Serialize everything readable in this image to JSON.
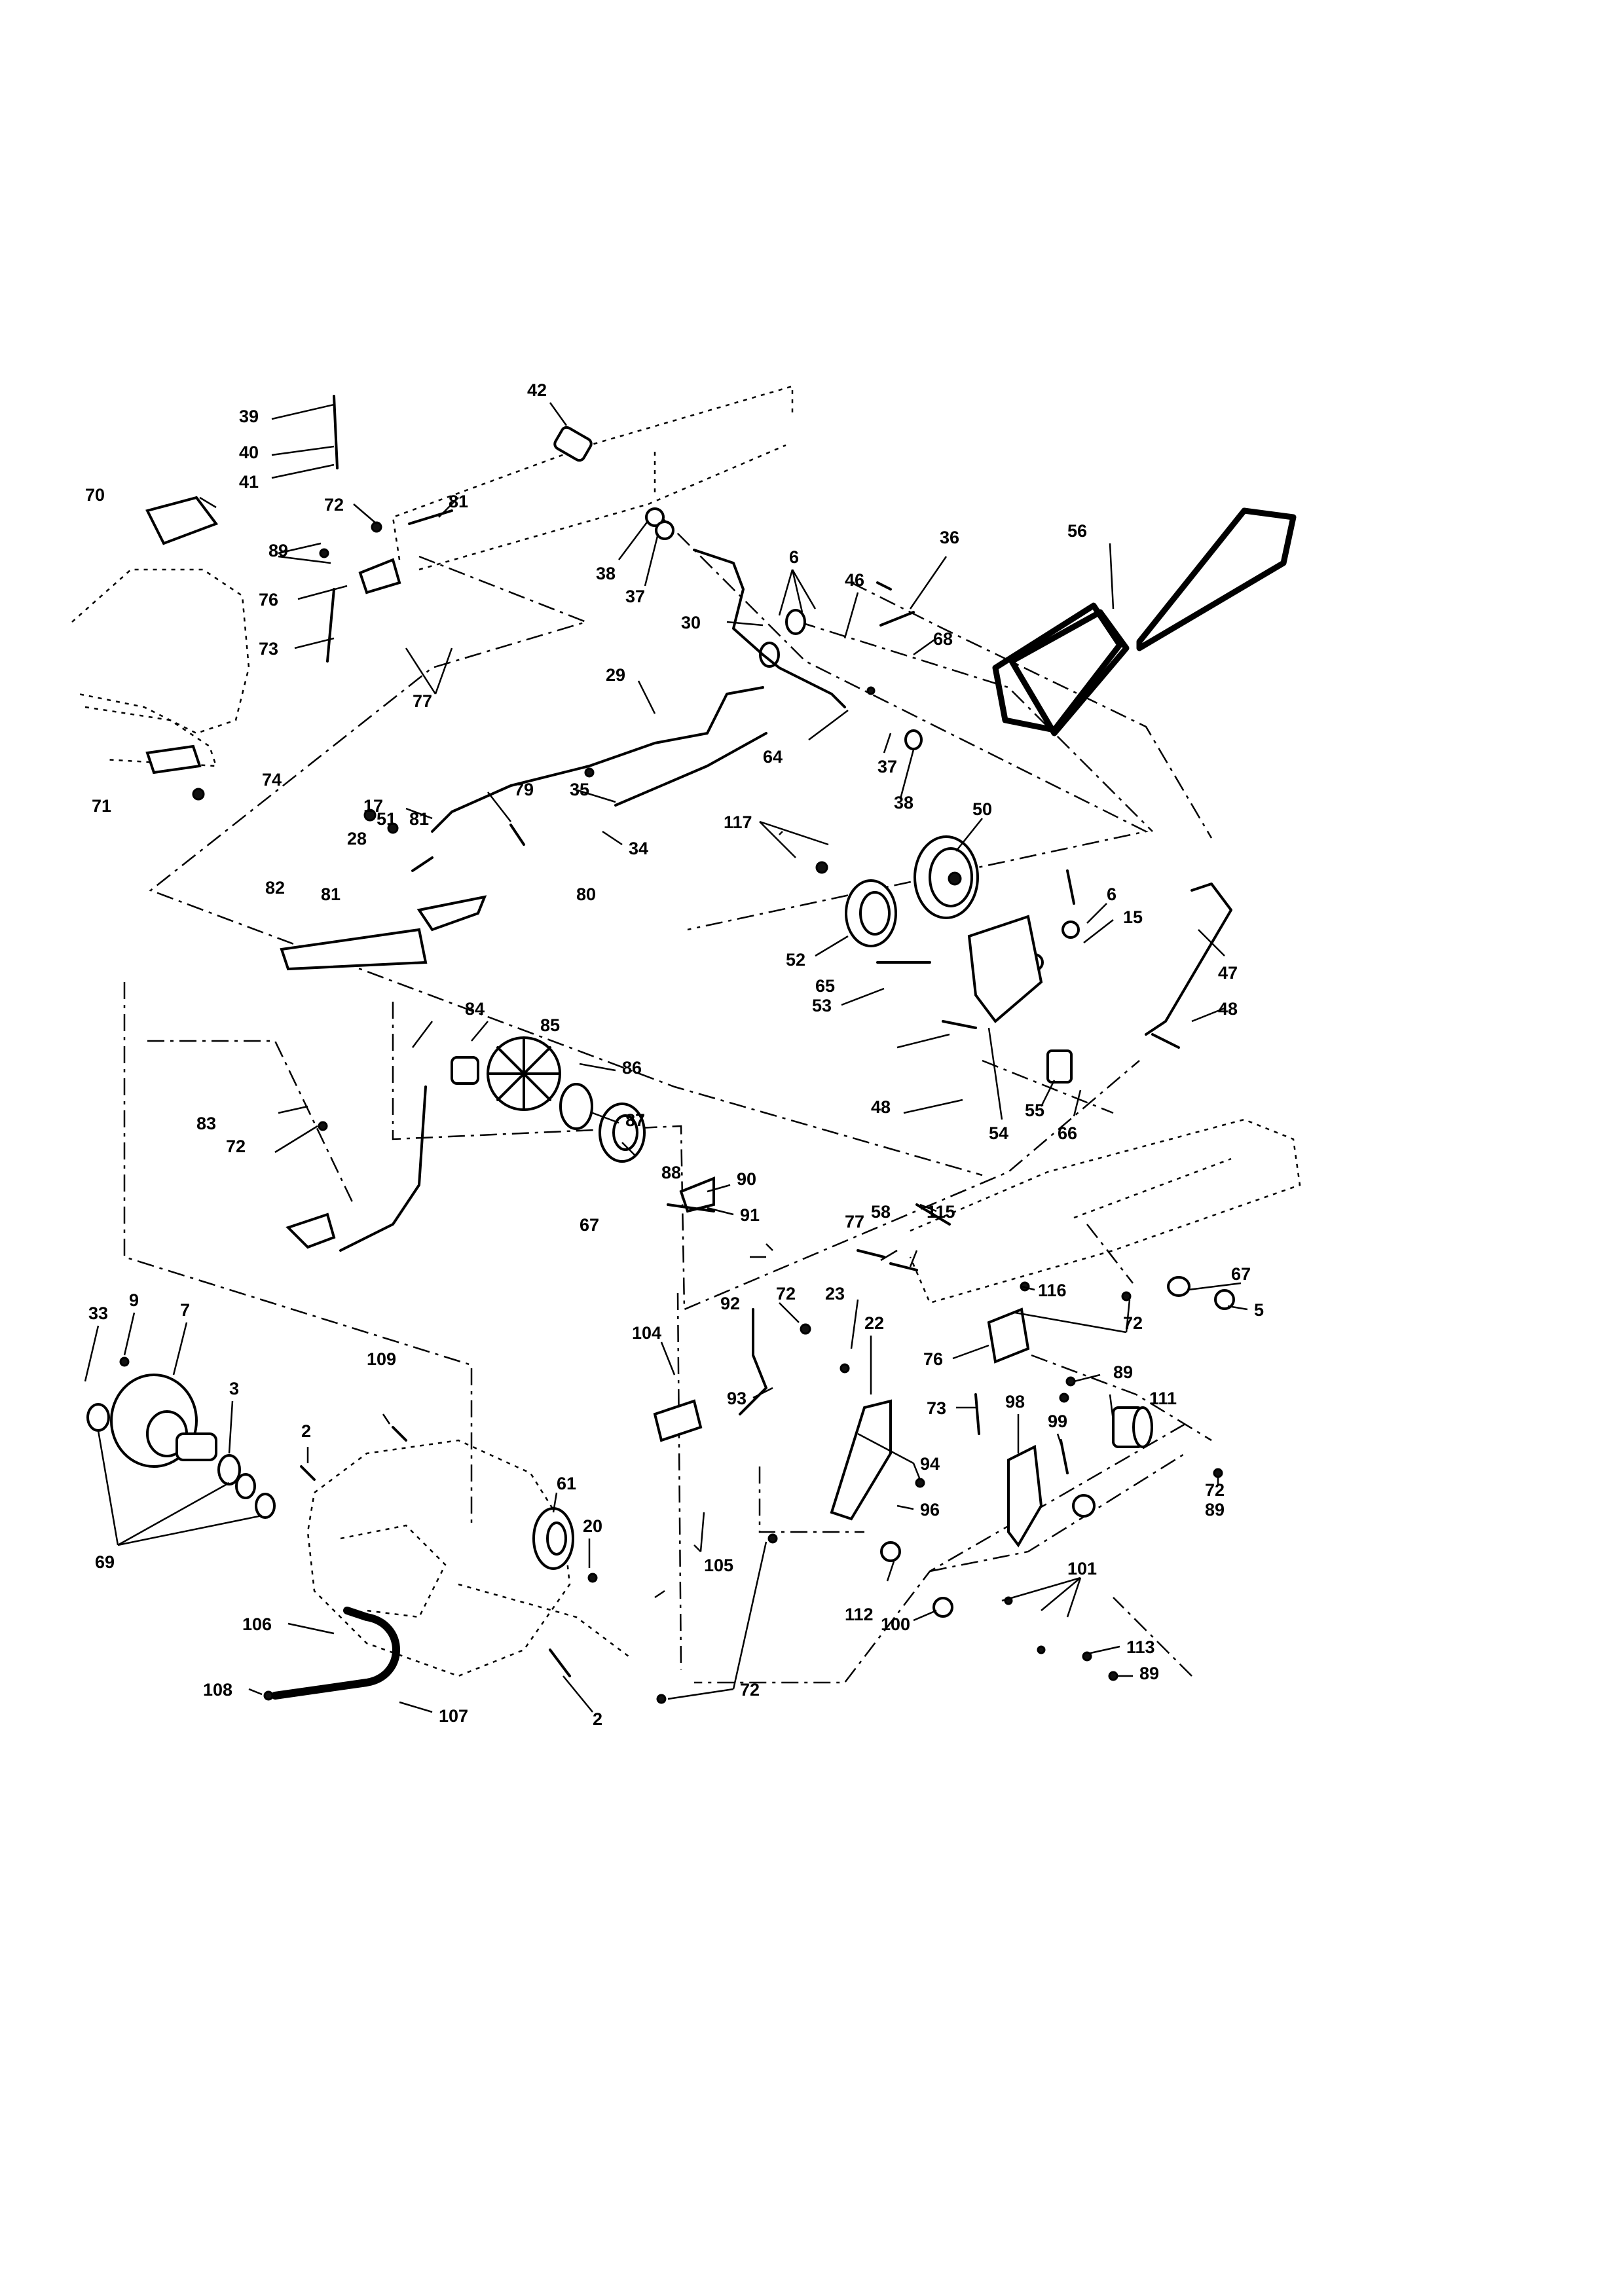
{
  "diagram": {
    "callouts": [
      "2",
      "2",
      "3",
      "5",
      "6",
      "6",
      "7",
      "9",
      "15",
      "17",
      "20",
      "22",
      "23",
      "28",
      "29",
      "30",
      "33",
      "34",
      "35",
      "36",
      "37",
      "37",
      "38",
      "38",
      "39",
      "40",
      "41",
      "42",
      "46",
      "47",
      "48",
      "48",
      "50",
      "51",
      "52",
      "53",
      "54",
      "55",
      "56",
      "58",
      "61",
      "64",
      "65",
      "66",
      "67",
      "67",
      "68",
      "69",
      "70",
      "71",
      "72",
      "72",
      "72",
      "72",
      "72",
      "72",
      "73",
      "73",
      "74",
      "76",
      "76",
      "77",
      "77",
      "79",
      "80",
      "81",
      "81",
      "81",
      "82",
      "83",
      "84",
      "85",
      "86",
      "87",
      "88",
      "89",
      "89",
      "89",
      "89",
      "90",
      "91",
      "92",
      "93",
      "94",
      "96",
      "98",
      "99",
      "100",
      "101",
      "104",
      "105",
      "106",
      "107",
      "108",
      "109",
      "111",
      "112",
      "113",
      "115",
      "116",
      "117"
    ]
  }
}
